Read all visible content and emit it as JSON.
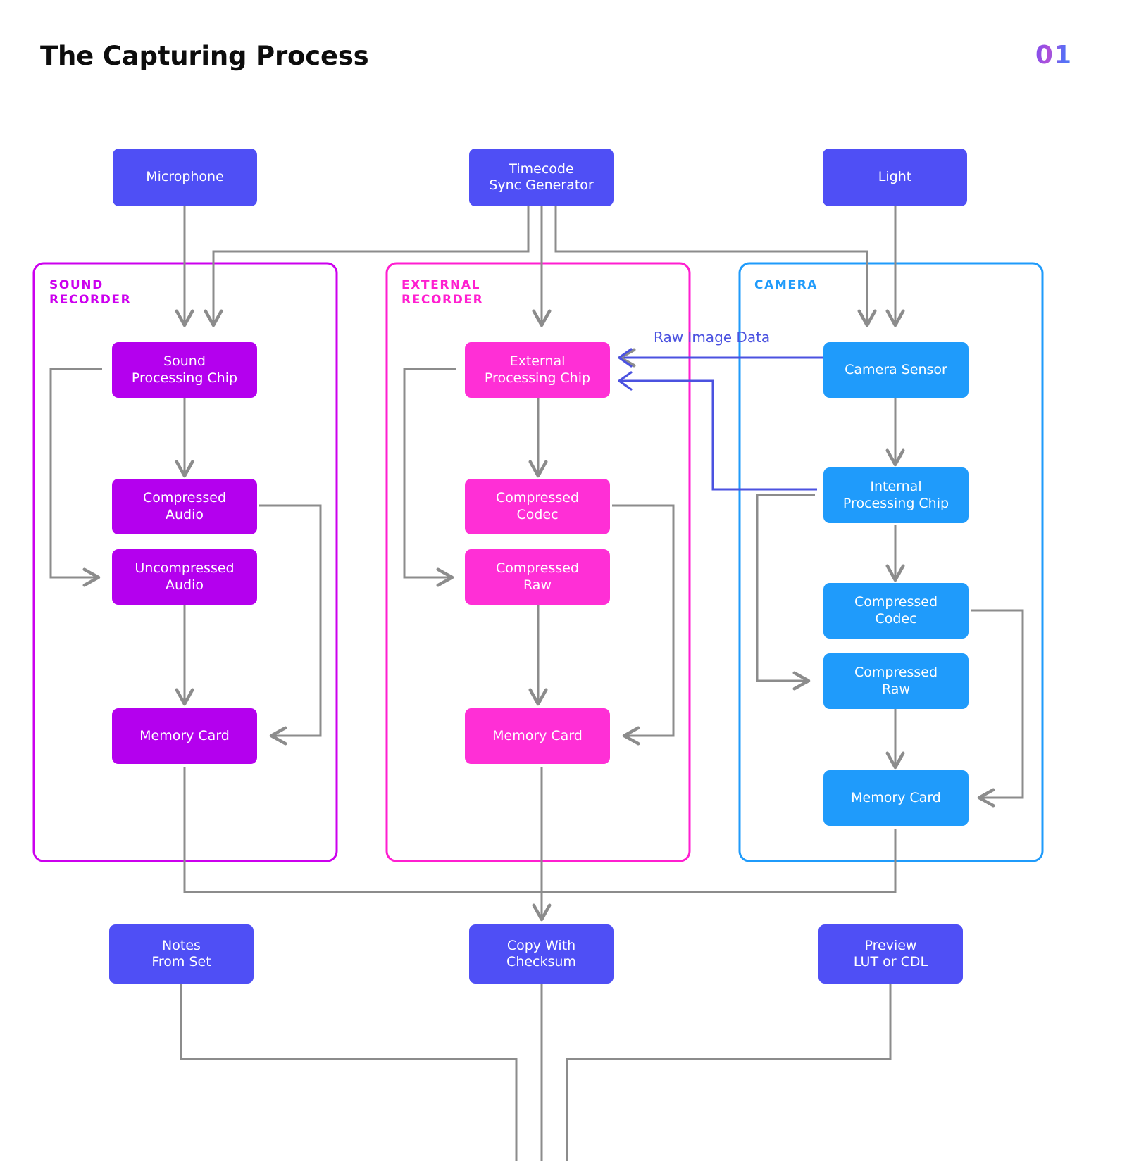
{
  "header": {
    "title": "The Capturing Process",
    "page_number": "01",
    "title_color": "#111111",
    "page_number_gradient": [
      "#7b4ff0",
      "#4f7df5"
    ]
  },
  "palette": {
    "indigo": "#4f4ff5",
    "sound_purple": "#b400ee",
    "sound_border": "#cc00ee",
    "external_magenta": "#ff2fd6",
    "external_border": "#ff1fd0",
    "camera_blue": "#1f9bfb",
    "camera_border": "#1f9bfb",
    "arrow_gray": "#8c8c8c",
    "raw_data_blue": "#4b52e0"
  },
  "groups": [
    {
      "id": "sound-recorder",
      "label": "Sound\nRecorder",
      "label_lines": [
        "SOUND",
        "RECORDER"
      ],
      "color": "#cc00ee"
    },
    {
      "id": "external-recorder",
      "label": "External\nRecorder",
      "label_lines": [
        "EXTERNAL",
        "RECORDER"
      ],
      "color": "#ff1fd0"
    },
    {
      "id": "camera",
      "label": "Camera",
      "label_lines": [
        "CAMERA"
      ],
      "color": "#1f9bfb"
    }
  ],
  "inputs": [
    {
      "id": "microphone",
      "lines": [
        "Microphone"
      ],
      "color": "#4f4ff5"
    },
    {
      "id": "timecode-sync-generator",
      "lines": [
        "Timecode",
        "Sync Generator"
      ],
      "color": "#4f4ff5"
    },
    {
      "id": "light",
      "lines": [
        "Light"
      ],
      "color": "#4f4ff5"
    }
  ],
  "sound_nodes": [
    {
      "id": "sound-processing-chip",
      "lines": [
        "Sound",
        "Processing Chip"
      ],
      "color": "#b400ee"
    },
    {
      "id": "compressed-audio",
      "lines": [
        "Compressed",
        "Audio"
      ],
      "color": "#b400ee"
    },
    {
      "id": "uncompressed-audio",
      "lines": [
        "Uncompressed",
        "Audio"
      ],
      "color": "#b400ee"
    },
    {
      "id": "sound-memory-card",
      "lines": [
        "Memory Card"
      ],
      "color": "#b400ee"
    }
  ],
  "external_nodes": [
    {
      "id": "external-processing-chip",
      "lines": [
        "External",
        "Processing Chip"
      ],
      "color": "#ff2fd6"
    },
    {
      "id": "external-compressed-codec",
      "lines": [
        "Compressed",
        "Codec"
      ],
      "color": "#ff2fd6"
    },
    {
      "id": "external-compressed-raw",
      "lines": [
        "Compressed",
        "Raw"
      ],
      "color": "#ff2fd6"
    },
    {
      "id": "external-memory-card",
      "lines": [
        "Memory Card"
      ],
      "color": "#ff2fd6"
    }
  ],
  "camera_nodes": [
    {
      "id": "camera-sensor",
      "lines": [
        "Camera Sensor"
      ],
      "color": "#1f9bfb"
    },
    {
      "id": "internal-processing-chip",
      "lines": [
        "Internal",
        "Processing Chip"
      ],
      "color": "#1f9bfb"
    },
    {
      "id": "camera-compressed-codec",
      "lines": [
        "Compressed",
        "Codec"
      ],
      "color": "#1f9bfb"
    },
    {
      "id": "camera-compressed-raw",
      "lines": [
        "Compressed",
        "Raw"
      ],
      "color": "#1f9bfb"
    },
    {
      "id": "camera-memory-card",
      "lines": [
        "Memory Card"
      ],
      "color": "#1f9bfb"
    }
  ],
  "outputs": [
    {
      "id": "notes-from-set",
      "lines": [
        "Notes",
        "From Set"
      ],
      "color": "#4f4ff5"
    },
    {
      "id": "copy-with-checksum",
      "lines": [
        "Copy With",
        "Checksum"
      ],
      "color": "#4f4ff5"
    },
    {
      "id": "preview-lut-or-cdl",
      "lines": [
        "Preview",
        "LUT or CDL"
      ],
      "color": "#4f4ff5"
    }
  ],
  "edge_labels": [
    {
      "id": "raw-image-data",
      "text": "Raw Image Data",
      "color": "#4b52e0"
    }
  ]
}
